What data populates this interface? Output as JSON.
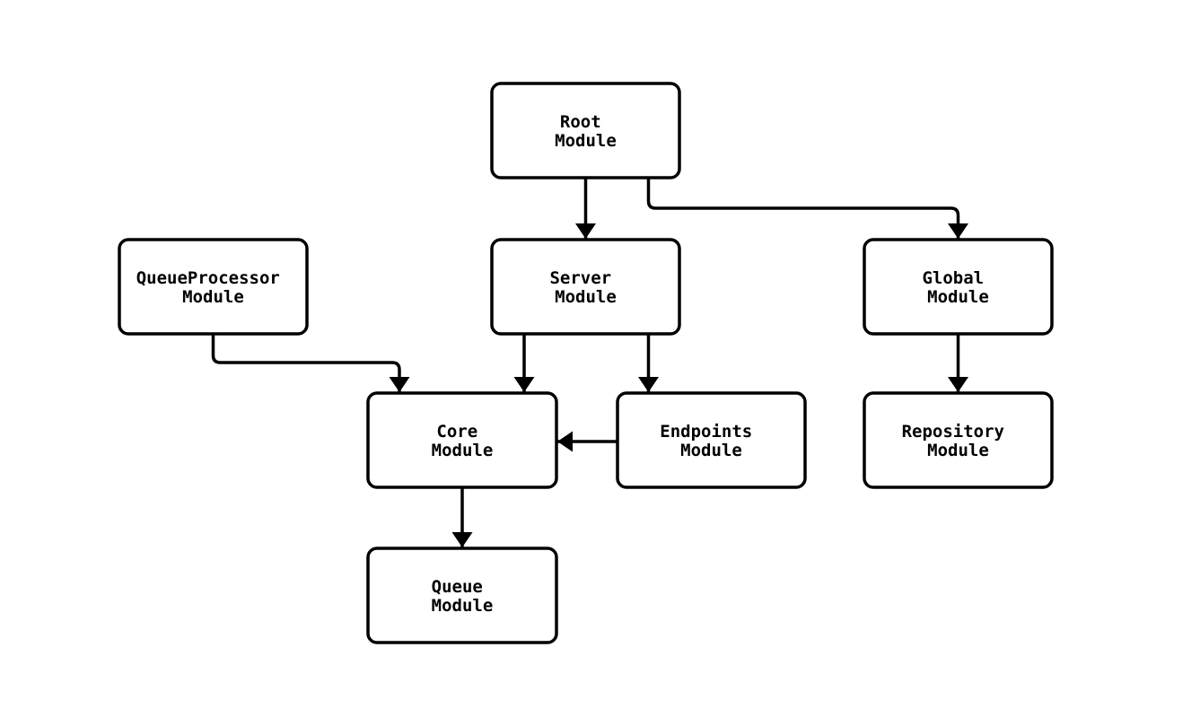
{
  "diagram": {
    "colors": {
      "background": "#ffffff",
      "node_fill": "#ffffff",
      "node_border": "#000000",
      "edge": "#000000",
      "text": "#000000"
    },
    "nodes": {
      "root": {
        "line1": "Root",
        "line2": "Module"
      },
      "queueprocessor": {
        "line1": "QueueProcessor",
        "line2": "Module"
      },
      "server": {
        "line1": "Server",
        "line2": "Module"
      },
      "global": {
        "line1": "Global",
        "line2": "Module"
      },
      "core": {
        "line1": "Core",
        "line2": "Module"
      },
      "endpoints": {
        "line1": "Endpoints",
        "line2": "Module"
      },
      "repository": {
        "line1": "Repository",
        "line2": "Module"
      },
      "queue": {
        "line1": "Queue",
        "line2": "Module"
      }
    },
    "edges": [
      {
        "from": "Root Module",
        "to": "Server Module"
      },
      {
        "from": "Root Module",
        "to": "Global Module"
      },
      {
        "from": "QueueProcessor Module",
        "to": "Core Module"
      },
      {
        "from": "Server Module",
        "to": "Core Module"
      },
      {
        "from": "Server Module",
        "to": "Endpoints Module"
      },
      {
        "from": "Endpoints Module",
        "to": "Core Module"
      },
      {
        "from": "Global Module",
        "to": "Repository Module"
      },
      {
        "from": "Core Module",
        "to": "Queue Module"
      }
    ]
  }
}
